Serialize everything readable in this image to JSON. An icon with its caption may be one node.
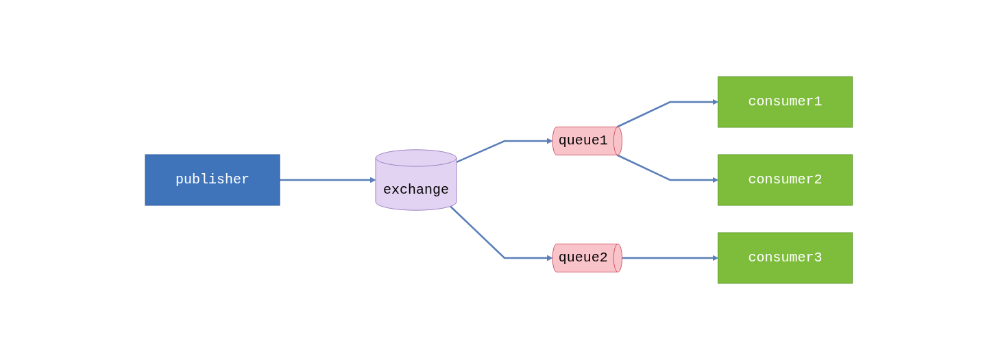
{
  "diagram": {
    "nodes": [
      {
        "text": [
          "publisher"
        ]
      },
      {
        "text": [
          "exchange"
        ]
      },
      {
        "text": [
          "queue1"
        ]
      },
      {
        "text": [
          "queue2"
        ]
      },
      {
        "text": [
          "consumer1"
        ]
      },
      {
        "text": [
          "consumer2"
        ]
      },
      {
        "text": [
          "consumer3"
        ]
      }
    ],
    "edges": [
      {
        "from": 0,
        "to": 1,
        "arrow": "to"
      },
      {
        "from": 1,
        "to": 2,
        "arrow": "to"
      },
      {
        "from": 1,
        "to": 3,
        "arrow": "to"
      },
      {
        "from": 2,
        "to": 4,
        "arrow": "to"
      },
      {
        "from": 2,
        "to": 5,
        "arrow": "to"
      },
      {
        "from": 3,
        "to": 6,
        "arrow": "to"
      }
    ]
  }
}
